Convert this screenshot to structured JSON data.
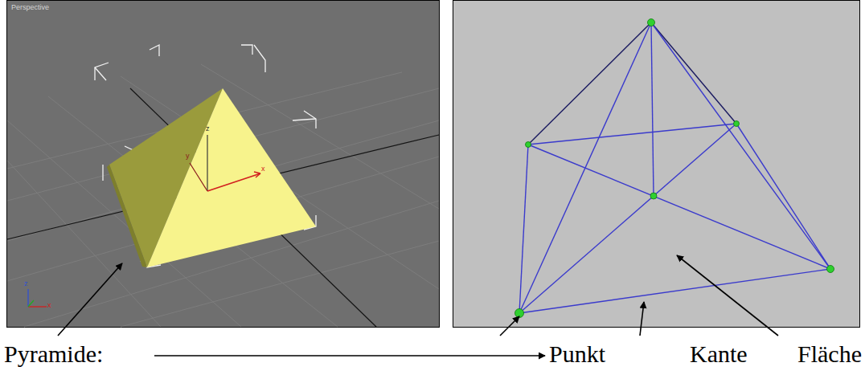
{
  "diagram": {
    "labels": [
      "Perspective",
      "z",
      "y",
      "x",
      "z",
      "x",
      "Pyramide:",
      "Punkt",
      "Kante",
      "Fläche"
    ]
  }
}
